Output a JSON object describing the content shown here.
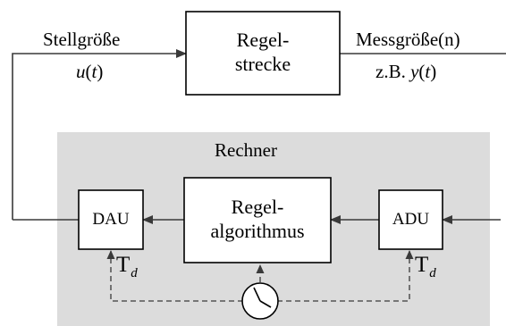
{
  "input_signal": {
    "name": "Stellgröße",
    "symbol_fn": "u",
    "symbol_arg": "t"
  },
  "plant": {
    "line1": "Regel-",
    "line2": "strecke"
  },
  "output_signal": {
    "name": "Messgröße(n)",
    "prefix": "z.B.",
    "symbol_fn": "y",
    "symbol_arg": "t"
  },
  "computer": {
    "title": "Rechner",
    "dac": "DAU",
    "adc": "ADU",
    "algorithm_line1": "Regel-",
    "algorithm_line2": "algorithmus",
    "sample_time_symbol": "T",
    "sample_time_sub": "d",
    "clock_icon": "clock-icon"
  },
  "colors": {
    "computer_background": "#dcdcdc",
    "line": "#3a3a3a",
    "box_border": "#000000"
  }
}
